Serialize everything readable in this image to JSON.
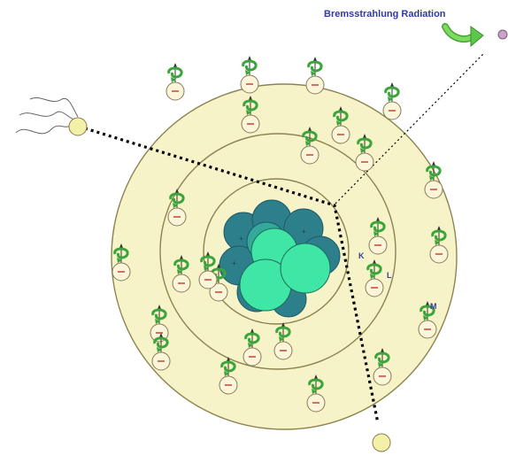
{
  "title": "Bremsstrahlung Radiation",
  "shell_labels": {
    "k": "K",
    "l": "L",
    "m": "M"
  },
  "colors": {
    "shell_fill": "#f7f3c9",
    "shell_stroke": "#8c8450",
    "nucleus_dark": "#2e7f8c",
    "nucleus_light": "#3fe6a6",
    "electron_fill": "#fbf5d9",
    "electron_stroke": "#8a7a55",
    "electron_sign": "#c0392b",
    "spin_icon": "#3aa53a",
    "incoming_particle": "#f3f0a8",
    "photon_arrow": "#5ac84a",
    "path_line": "#000000",
    "title_text": "#2f3aa8"
  },
  "icons": [
    "incoming-electron-icon",
    "scattered-electron-icon",
    "photon-arrow-icon",
    "spin-arrow-icon",
    "motion-lines-icon",
    "x-ray-photon-icon"
  ]
}
